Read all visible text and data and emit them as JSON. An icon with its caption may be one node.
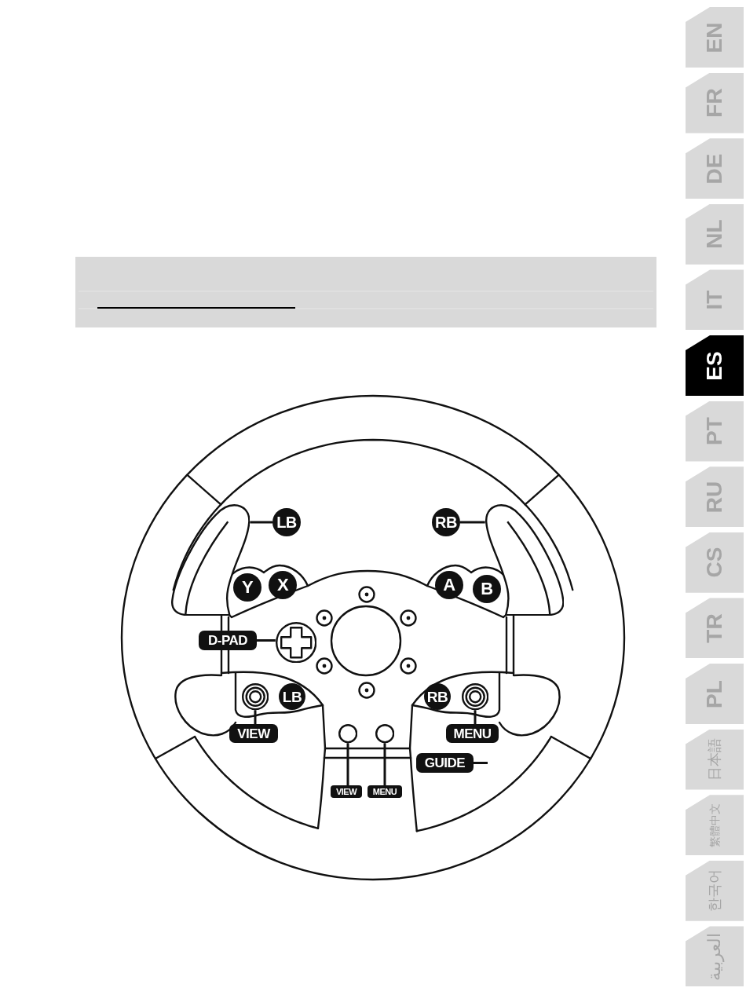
{
  "diagram": {
    "nodes": [
      {
        "text": [
          "LB"
        ]
      },
      {
        "text": [],
        "shape": "picture"
      },
      {
        "text": [
          "RB"
        ]
      },
      {
        "text": [],
        "shape": "picture"
      },
      {
        "text": [
          "Y"
        ]
      },
      {
        "text": [
          "X"
        ]
      },
      {
        "text": [
          "A"
        ]
      },
      {
        "text": [
          "B"
        ]
      },
      {
        "text": [
          "D-PAD"
        ]
      },
      {
        "text": [],
        "shape": "picture"
      },
      {
        "text": [],
        "shape": "circle"
      },
      {
        "text": [
          "LB"
        ]
      },
      {
        "text": [
          "RB"
        ]
      },
      {
        "text": [],
        "shape": "circle"
      },
      {
        "text": [
          "VIEW"
        ]
      },
      {
        "text": [
          "MENU"
        ]
      },
      {
        "text": [],
        "shape": "circle"
      },
      {
        "text": [],
        "shape": "circle"
      },
      {
        "text": [
          "GUIDE"
        ]
      },
      {
        "text": [
          "VIEW"
        ]
      },
      {
        "text": [
          "MENU"
        ]
      },
      {
        "text": [
          "EN"
        ]
      },
      {
        "text": [
          "FR"
        ]
      },
      {
        "text": [
          "DE"
        ]
      },
      {
        "text": [
          "NL"
        ]
      },
      {
        "text": [
          "IT"
        ]
      },
      {
        "text": [
          "ES"
        ]
      },
      {
        "text": [
          "PT"
        ]
      },
      {
        "text": [
          "RU"
        ]
      },
      {
        "text": [
          "CS"
        ]
      },
      {
        "text": [
          "TR"
        ]
      },
      {
        "text": [
          "PL"
        ]
      },
      {
        "text": [
          "日本語"
        ]
      },
      {
        "text": [
          "繁體中文"
        ]
      },
      {
        "text": [
          "한국어"
        ]
      },
      {
        "text": [
          "العربية"
        ]
      }
    ],
    "edges": [
      {
        "from": 0,
        "to": 1,
        "arrow": "none"
      },
      {
        "from": 2,
        "to": 3,
        "arrow": "none"
      },
      {
        "from": 8,
        "to": 9,
        "arrow": "none"
      },
      {
        "from": 14,
        "to": 10,
        "arrow": "none"
      },
      {
        "from": 15,
        "to": 13,
        "arrow": "none"
      },
      {
        "from": 18,
        "to": null,
        "arrow": "none"
      },
      {
        "from": 19,
        "to": 16,
        "arrow": "none"
      },
      {
        "from": 20,
        "to": 17,
        "arrow": "none"
      }
    ]
  }
}
